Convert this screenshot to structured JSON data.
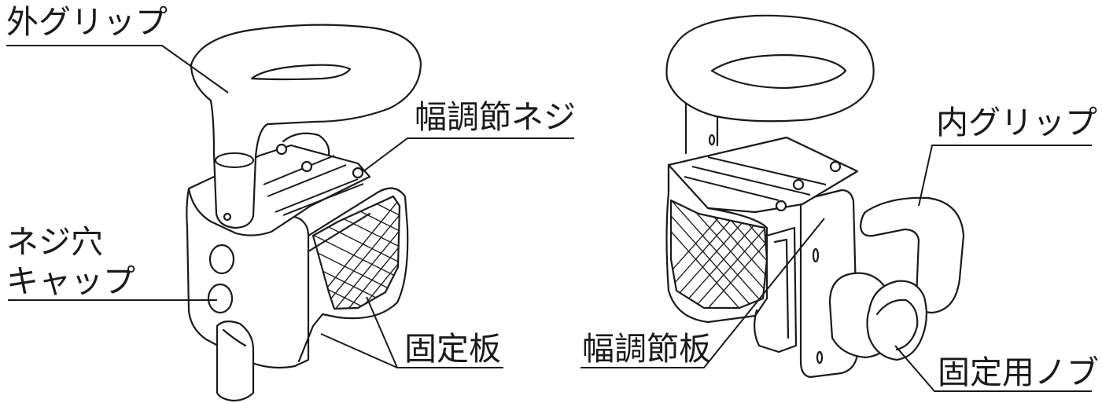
{
  "labels": {
    "outer_grip": "外グリップ",
    "width_screw": "幅調節ネジ",
    "screw_hole_cap_line1": "ネジ穴",
    "screw_hole_cap_line2": "キャップ",
    "fixing_plate": "固定板",
    "inner_grip": "内グリップ",
    "width_plate": "幅調節板",
    "fixing_knob": "固定用ノブ"
  },
  "colors": {
    "line": "#1a1a1a",
    "background": "#ffffff"
  }
}
